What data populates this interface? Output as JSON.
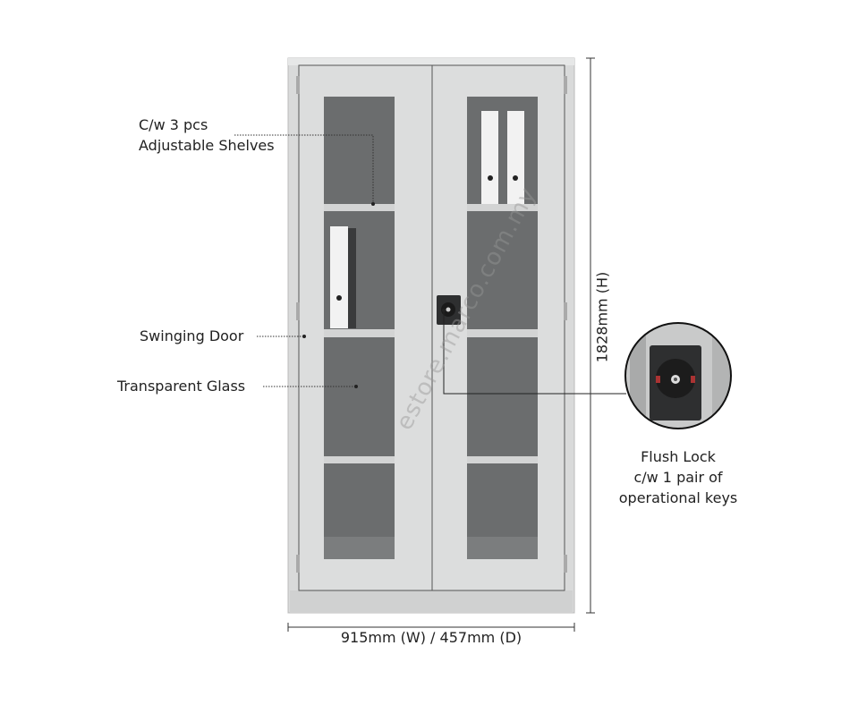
{
  "callouts": {
    "shelves_line1": "C/w 3 pcs",
    "shelves_line2": "Adjustable Shelves",
    "door": "Swinging Door",
    "glass": "Transparent Glass",
    "lock_line1": "Flush Lock",
    "lock_line2": "c/w 1 pair of",
    "lock_line3": "operational keys"
  },
  "dimensions": {
    "height": "1828mm (H)",
    "width_depth": "915mm (W) / 457mm (D)"
  },
  "watermark": "estore.marco.com.my",
  "colors": {
    "body": "#d9dada",
    "glass": "#6b6d6e",
    "lock": "#2e2f30"
  }
}
